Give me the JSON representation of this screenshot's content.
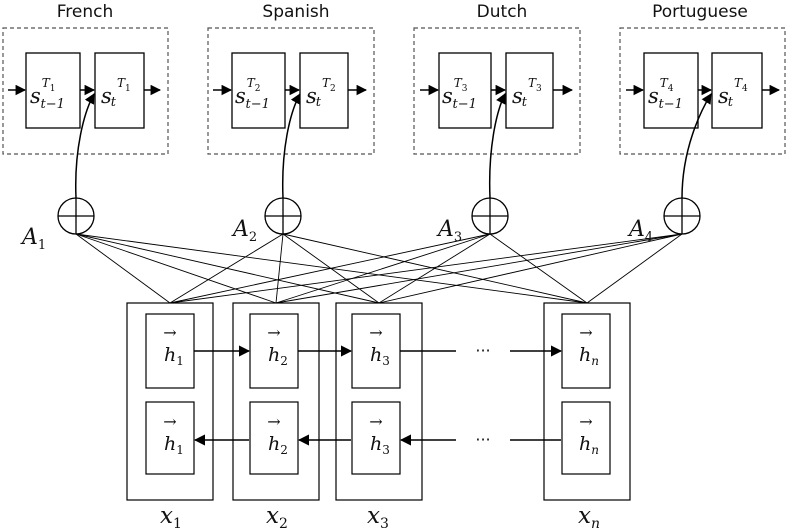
{
  "decoders": [
    {
      "language": "French",
      "task_index": "1"
    },
    {
      "language": "Spanish",
      "task_index": "2"
    },
    {
      "language": "Dutch",
      "task_index": "3"
    },
    {
      "language": "Portuguese",
      "task_index": "4"
    }
  ],
  "state_symbol": "s",
  "task_symbol": "T",
  "prev_time_subscript": "t−1",
  "time_subscript": "t",
  "attention": [
    {
      "symbol": "A",
      "index": "1"
    },
    {
      "symbol": "A",
      "index": "2"
    },
    {
      "symbol": "A",
      "index": "3"
    },
    {
      "symbol": "A",
      "index": "4"
    }
  ],
  "encoder": {
    "hidden_symbol": "h",
    "arrow_glyph": "→",
    "hidden_indices": [
      "1",
      "2",
      "3",
      "n"
    ],
    "input_symbol": "x",
    "input_indices": [
      "1",
      "2",
      "3",
      "n"
    ],
    "ellipsis": "···"
  }
}
